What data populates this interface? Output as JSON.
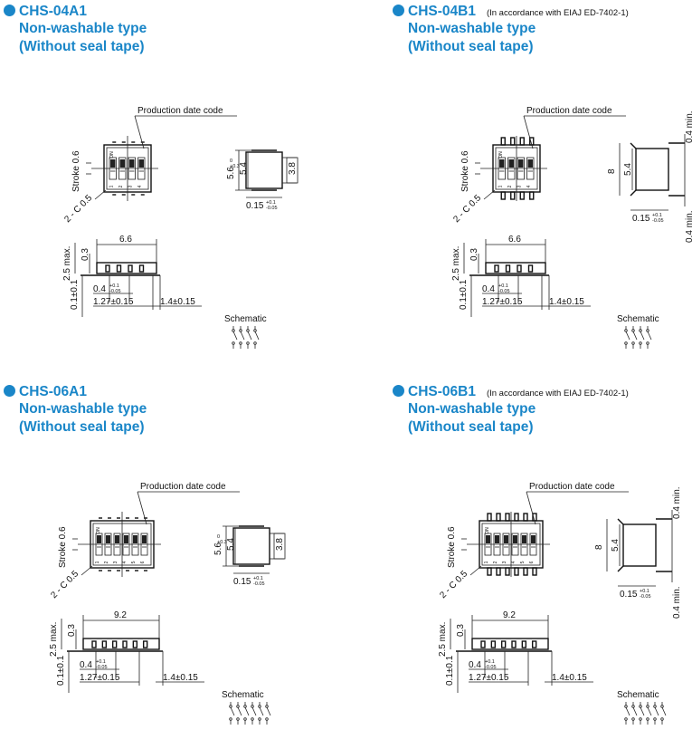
{
  "panels": [
    {
      "id": "p1",
      "model": "CHS-04A1",
      "note": "",
      "line1": "Non-washable type",
      "line2": "(Without seal tape)",
      "b": false,
      "poles": 4,
      "date_code": "Production date code",
      "stroke": "Stroke 0.6",
      "chamfer": "2 - C 0.5",
      "side_h": "5.6",
      "side_h_tol": "+0.3\n0",
      "inner": "5.4",
      "small": "3.8",
      "lead": "0.15",
      "lead_tol": "+0.1\n-0.05",
      "width": "6.6",
      "max_h": "2.5 max.",
      "h03": "0.3",
      "foot": "0.1±0.1",
      "pin_w": "0.4",
      "pin_tol": "+0.1\n-0.05",
      "pitch": "1.27±0.15",
      "pin_len": "1.4±0.15",
      "schematic": "Schematic"
    },
    {
      "id": "p2",
      "model": "CHS-04B1",
      "note": "(In accordance with EIAJ ED-7402-1)",
      "line1": "Non-washable type",
      "line2": "(Without seal tape)",
      "b": true,
      "poles": 4,
      "date_code": "Production date code",
      "stroke": "Stroke 0.6",
      "chamfer": "2 - C 0.5",
      "outer": "8",
      "inner": "5.4",
      "min_top": "0.4 min.",
      "min_bot": "0.4 min.",
      "lead": "0.15",
      "lead_tol": "+0.1\n-0.05",
      "width": "6.6",
      "max_h": "2.5 max.",
      "h03": "0.3",
      "foot": "0.1±0.1",
      "pin_w": "0.4",
      "pin_tol": "+0.1\n-0.05",
      "pitch": "1.27±0.15",
      "pin_len": "1.4±0.15",
      "schematic": "Schematic"
    },
    {
      "id": "p3",
      "model": "CHS-06A1",
      "note": "",
      "line1": "Non-washable type",
      "line2": "(Without seal tape)",
      "b": false,
      "poles": 6,
      "date_code": "Production date code",
      "stroke": "Stroke 0.6",
      "chamfer": "2 - C 0.5",
      "side_h": "5.6",
      "side_h_tol": "+0.3\n0",
      "inner": "5.4",
      "small": "3.8",
      "lead": "0.15",
      "lead_tol": "+0.1\n-0.05",
      "width": "9.2",
      "max_h": "2.5 max.",
      "h03": "0.3",
      "foot": "0.1±0.1",
      "pin_w": "0.4",
      "pin_tol": "+0.1\n-0.05",
      "pitch": "1.27±0.15",
      "pin_len": "1.4±0.15",
      "schematic": "Schematic"
    },
    {
      "id": "p4",
      "model": "CHS-06B1",
      "note": "(In accordance with EIAJ ED-7402-1)",
      "line1": "Non-washable type",
      "line2": "(Without seal tape)",
      "b": true,
      "poles": 6,
      "date_code": "Production date code",
      "stroke": "Stroke 0.6",
      "chamfer": "2 - C 0.5",
      "outer": "8",
      "inner": "5.4",
      "min_top": "0.4 min.",
      "min_bot": "0.4 min.",
      "lead": "0.15",
      "lead_tol": "+0.1\n-0.05",
      "width": "9.2",
      "max_h": "2.5 max.",
      "h03": "0.3",
      "foot": "0.1±0.1",
      "pin_w": "0.4",
      "pin_tol": "+0.1\n-0.05",
      "pitch": "1.27±0.15",
      "pin_len": "1.4±0.15",
      "schematic": "Schematic"
    }
  ],
  "switch_marks": {
    "on": "ON",
    "nums": [
      "1",
      "2",
      "3",
      "4",
      "5",
      "6"
    ]
  },
  "colors": {
    "accent": "#1a86c8",
    "line": "#222222"
  }
}
